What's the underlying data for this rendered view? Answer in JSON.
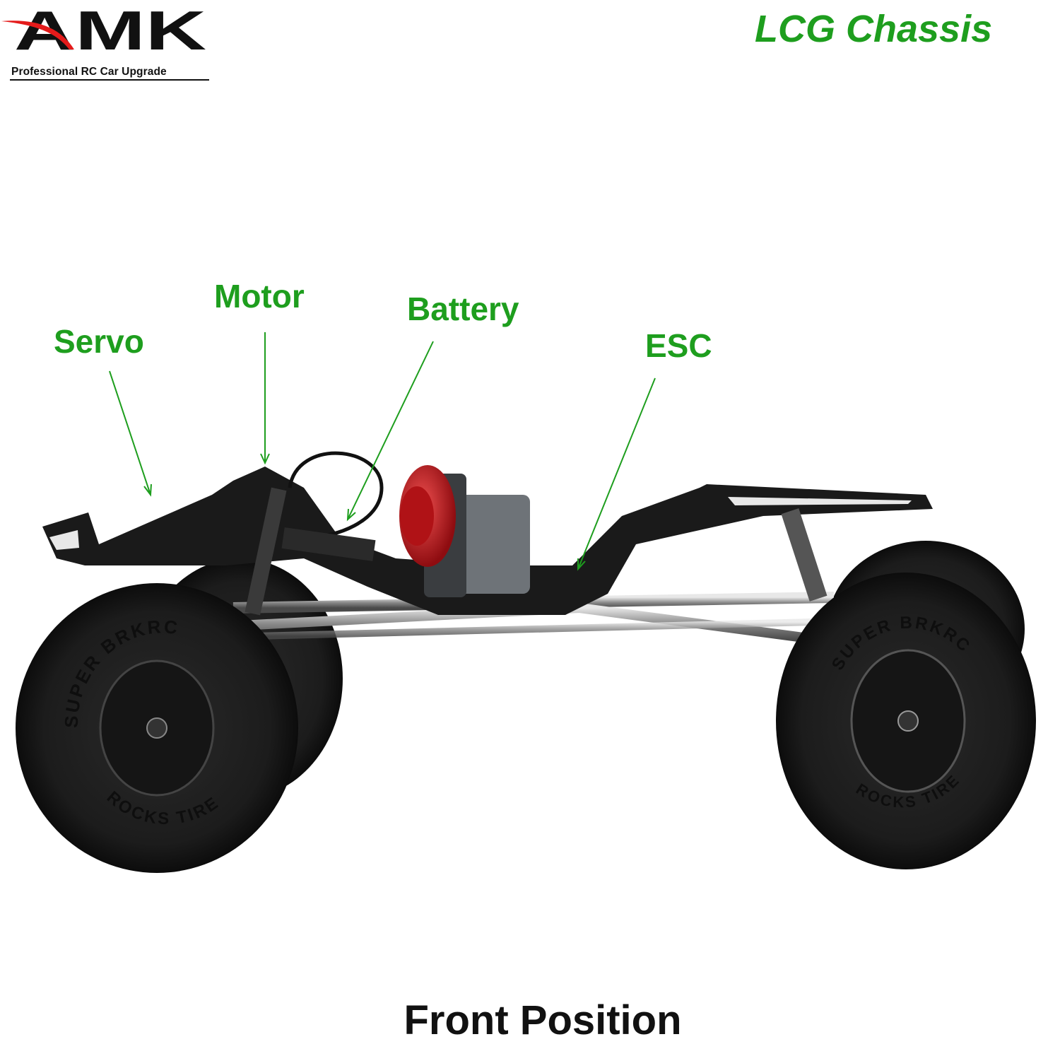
{
  "logo": {
    "brand": "AMK",
    "tagline": "Professional RC Car Upgrade"
  },
  "title": "LCG Chassis",
  "labels": {
    "servo": "Servo",
    "motor": "Motor",
    "battery": "Battery",
    "esc": "ESC"
  },
  "tire_text": {
    "top": "SUPER BRKRC",
    "bottom": "ROCKS TIRE"
  },
  "caption": "Front Position",
  "colors": {
    "label_green": "#1e9e1e",
    "logo_red": "#e41b1b",
    "motor_red": "#c8161b",
    "chassis": "#1a1a1a"
  }
}
